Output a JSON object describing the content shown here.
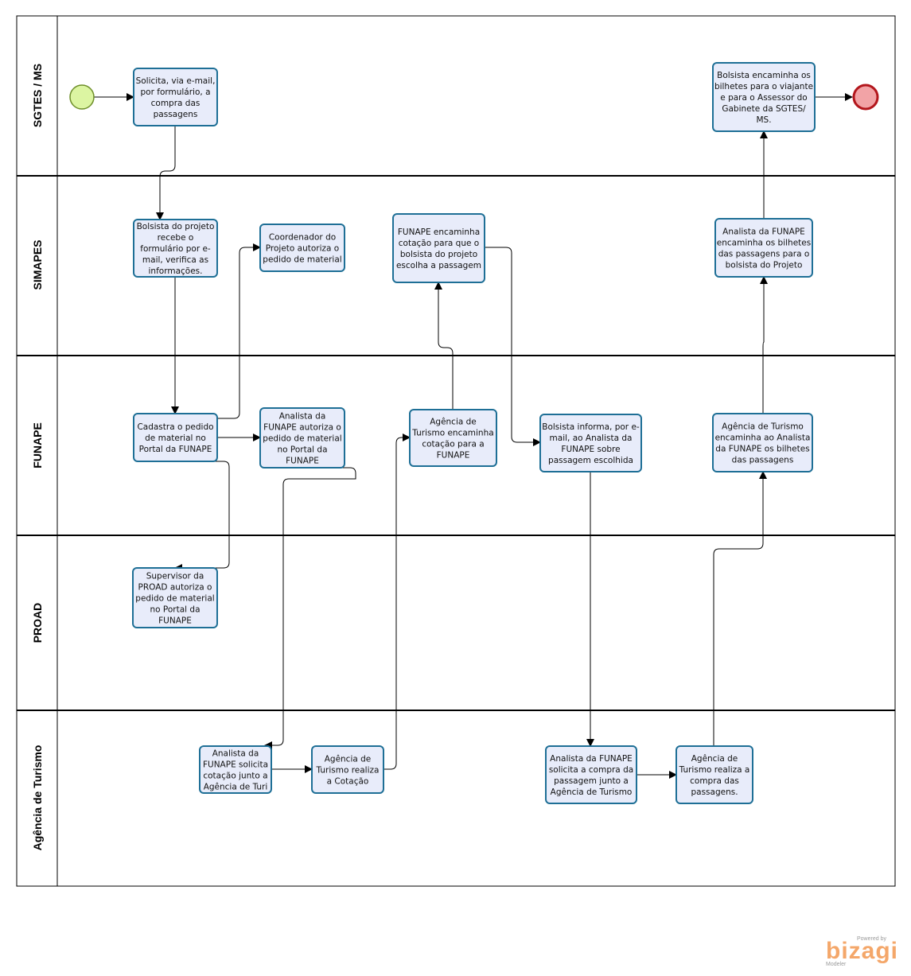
{
  "lanes": [
    {
      "id": "lane-sgtes",
      "label": "SGTES / MS"
    },
    {
      "id": "lane-simapes",
      "label": "SIMAPES"
    },
    {
      "id": "lane-funape",
      "label": "FUNAPE"
    },
    {
      "id": "lane-proad",
      "label": "PROAD"
    },
    {
      "id": "lane-agencia",
      "label": "Agência de Turismo"
    }
  ],
  "tasks": {
    "t1": [
      "Solicita, via e-mail,",
      "por formulário, a",
      "compra das",
      "passagens"
    ],
    "t2": [
      "Bolsista do projeto",
      "recebe o",
      "formulário por e-",
      "mail, verifica as",
      "informações."
    ],
    "t3": [
      "Coordenador do",
      "Projeto autoriza o",
      "pedido de material"
    ],
    "t4": [
      "Cadastra o pedido",
      "de material no",
      "Portal da FUNAPE"
    ],
    "t5": [
      "Analista da",
      "FUNAPE autoriza o",
      "pedido de material",
      "no Portal da",
      "FUNAPE"
    ],
    "t6": [
      "Supervisor da",
      "PROAD autoriza o",
      "pedido de material",
      "no Portal da",
      "FUNAPE"
    ],
    "t7": [
      "Analista da",
      "FUNAPE solicita",
      "cotação junto a",
      "Agência de Turi"
    ],
    "t8": [
      "Agência de",
      "Turismo realiza",
      "a Cotação"
    ],
    "t9": [
      "Agência de",
      "Turismo encaminha",
      "cotação para a",
      "FUNAPE"
    ],
    "t10": [
      "FUNAPE encaminha",
      "cotação para que o",
      "bolsista do projeto",
      "escolha a passagem"
    ],
    "t11": [
      "Bolsista informa, por e-",
      "mail, ao Analista da",
      "FUNAPE sobre",
      "passagem escolhida"
    ],
    "t12": [
      "Analista da FUNAPE",
      "solicita a compra da",
      "passagem junto a",
      "Agência de Turismo"
    ],
    "t13": [
      "Agência de",
      "Turismo realiza a",
      "compra das",
      "passagens."
    ],
    "t14": [
      "Agência de Turismo",
      "encaminha ao Analista",
      "da FUNAPE os bilhetes",
      "das passagens"
    ],
    "t15": [
      "Analista da FUNAPE",
      "encaminha os bilhetes",
      "das passagens para o",
      "bolsista do Projeto"
    ],
    "t16": [
      "Bolsista encaminha os",
      "bilhetes para o viajante",
      "e para o Assessor do",
      "Gabinete da SGTES/",
      "MS."
    ]
  },
  "branding": {
    "powered": "Powered by",
    "name": "bizagi",
    "sub": "Modeler"
  },
  "colors": {
    "task_fill": "#e8ecfa",
    "task_stroke": "#1e6f96",
    "start": "#dcf5a2",
    "end": "#f2a3a6"
  }
}
